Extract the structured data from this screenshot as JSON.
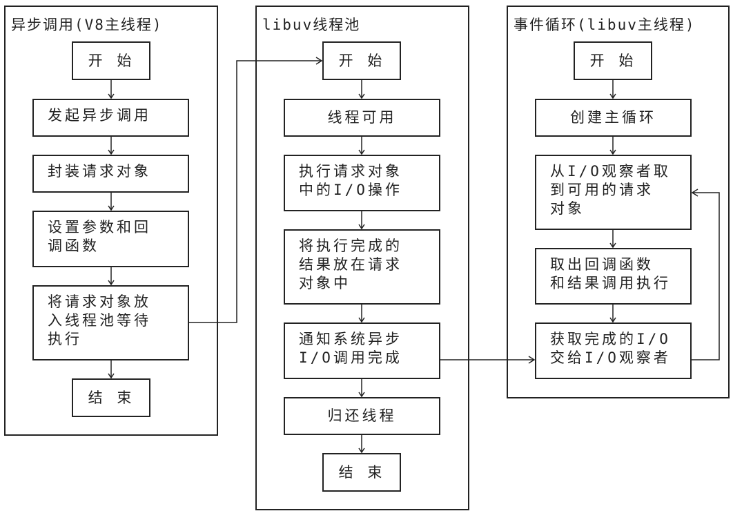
{
  "panels": {
    "async": {
      "title": "异步调用(V8主线程)",
      "steps": [
        "开 始",
        "发起异步调用",
        "封装请求对象",
        "设置参数和回\n调函数",
        "将请求对象放\n入线程池等待\n执行",
        "结 束"
      ]
    },
    "pool": {
      "title": "libuv线程池",
      "steps": [
        "开 始",
        "线程可用",
        "执行请求对象\n中的I/O操作",
        "将执行完成的\n结果放在请求\n对象中",
        "通知系统异步\nI/O调用完成",
        "归还线程",
        "结 束"
      ]
    },
    "loop": {
      "title": "事件循环(libuv主线程)",
      "steps": [
        "开 始",
        "创建主循环",
        "从I/O观察者取\n到可用的请求\n对象",
        "取出回调函数\n和结果调用执行",
        "获取完成的I/O\n交给I/O观察者"
      ]
    }
  },
  "colors": {
    "line": "#222222",
    "background": "#ffffff"
  }
}
